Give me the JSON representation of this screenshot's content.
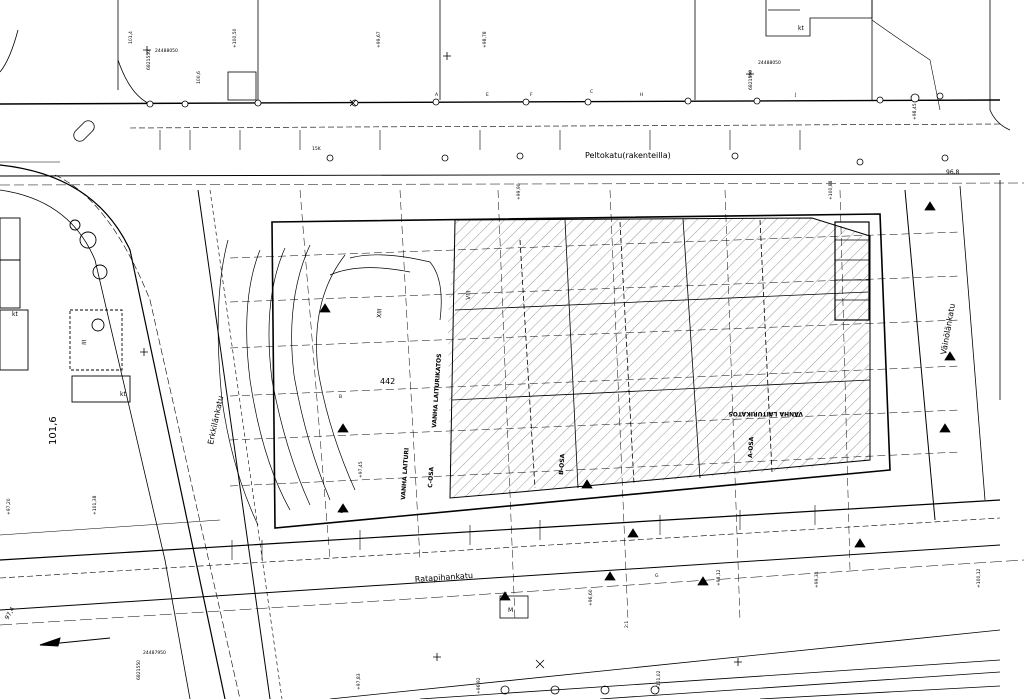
{
  "streets": {
    "peltokatu": "Peltokatu(rakenteilla)",
    "erkkilankatu": "Erkkilänkatu",
    "ratapihankatu": "Ratapihankatu",
    "vainolankatu": "Väinölänkatu"
  },
  "building_labels": {
    "vanha_autokatos_1": "VANHA LAITURIKATOS",
    "vanha_autokatos_2": "VANHA LAITURIKATOS",
    "vanha_laituri": "VANHA LAITURI",
    "a_osa": "A-OSA",
    "b_osa": "B-OSA",
    "c_osa": "C-OSA",
    "label_442": "442",
    "label_viii": "VIII",
    "label_xiii": "XIII",
    "label_iii": "III"
  },
  "elevations": {
    "e101_6": "101,6",
    "e97_4": "97,4",
    "e96_8": "96,8",
    "e100_6": "100,6",
    "e101_4": "101,4"
  },
  "coordinates": {
    "c24488050_a": "24488050",
    "c24488050_b": "24488050",
    "c24487950": "24487950",
    "c6821550_a": "6821550",
    "c6821550_b": "6821550",
    "c6821550_c": "6821550"
  },
  "misc_labels": {
    "kt_1": "kt",
    "kt_2": "kt",
    "kt_3": "kt",
    "k15": "15K",
    "m": "M",
    "scale": "2:1"
  },
  "profile_letters": [
    "A",
    "B",
    "C",
    "D",
    "E",
    "F",
    "G",
    "H",
    "J"
  ],
  "spot_heights": [
    "+99,67",
    "+98,78",
    "+100,50",
    "+101,38",
    "+97,45",
    "+96,60",
    "+98,12",
    "+99,31",
    "+100,12",
    "+97,83",
    "+96,92",
    "+101,02",
    "+98,45",
    "+99,90",
    "+100,88",
    "+97,20"
  ],
  "colors": {
    "ink": "#000000",
    "paper": "#ffffff",
    "hatch": "#555555"
  }
}
